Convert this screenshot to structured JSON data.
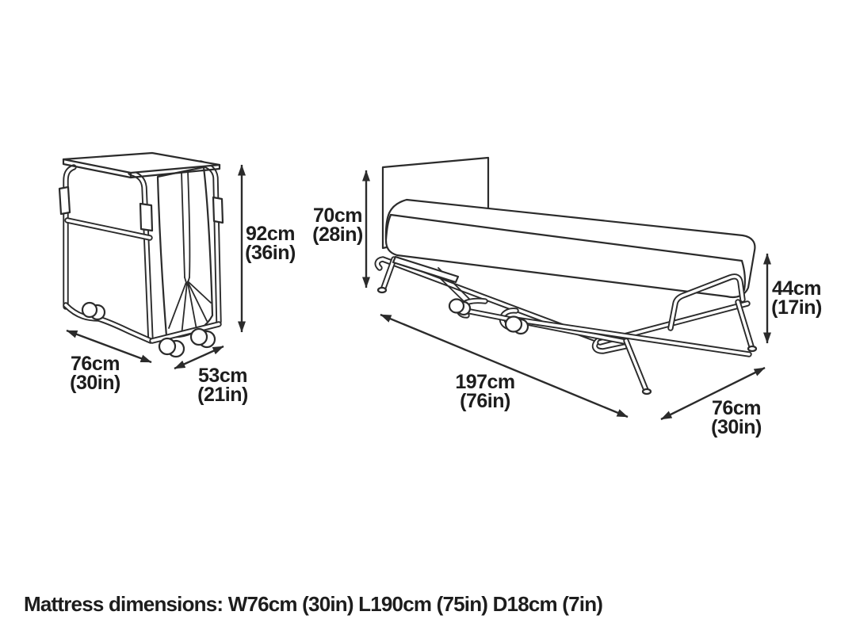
{
  "diagram": {
    "title_semantic": "folding-bed-dimension-diagram",
    "colors": {
      "line": "#2b2b2b",
      "text": "#1d1d1d",
      "background": "#ffffff"
    },
    "folded_bed": {
      "height": {
        "metric": "92cm",
        "imperial": "(36in)"
      },
      "width": {
        "metric": "76cm",
        "imperial": "(30in)"
      },
      "depth": {
        "metric": "53cm",
        "imperial": "(21in)"
      }
    },
    "open_bed": {
      "headboard_height": {
        "metric": "70cm",
        "imperial": "(28in)"
      },
      "length": {
        "metric": "197cm",
        "imperial": "(76in)"
      },
      "frame_height": {
        "metric": "44cm",
        "imperial": "(17in)"
      },
      "width": {
        "metric": "76cm",
        "imperial": "(30in)"
      }
    },
    "caption": "Mattress dimensions: W76cm (30in) L190cm (75in) D18cm (7in)"
  }
}
